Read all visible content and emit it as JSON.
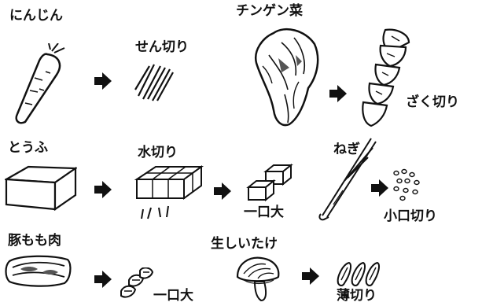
{
  "rows": [
    {
      "ingredient": "にんじん",
      "cut": "せん切り",
      "ingredient2": "チンゲン菜",
      "cut2": "ざく切り"
    },
    {
      "ingredient": "とうふ",
      "step": "水切り",
      "cut": "一口大",
      "ingredient2": "ねぎ",
      "cut2": "小口切り"
    },
    {
      "ingredient": "豚もも肉",
      "cut": "一口大",
      "ingredient2": "生しいたけ",
      "cut2": "薄切り"
    }
  ],
  "icons": [
    "carrot-icon",
    "julienne-icon",
    "bok-choy-icon",
    "chopped-bok-choy-icon",
    "tofu-icon",
    "drained-tofu-icon",
    "tofu-cubes-icon",
    "green-onion-icon",
    "sliced-onion-icon",
    "pork-icon",
    "pork-pieces-icon",
    "shiitake-icon",
    "shiitake-slices-icon",
    "arrow-right-icon"
  ]
}
